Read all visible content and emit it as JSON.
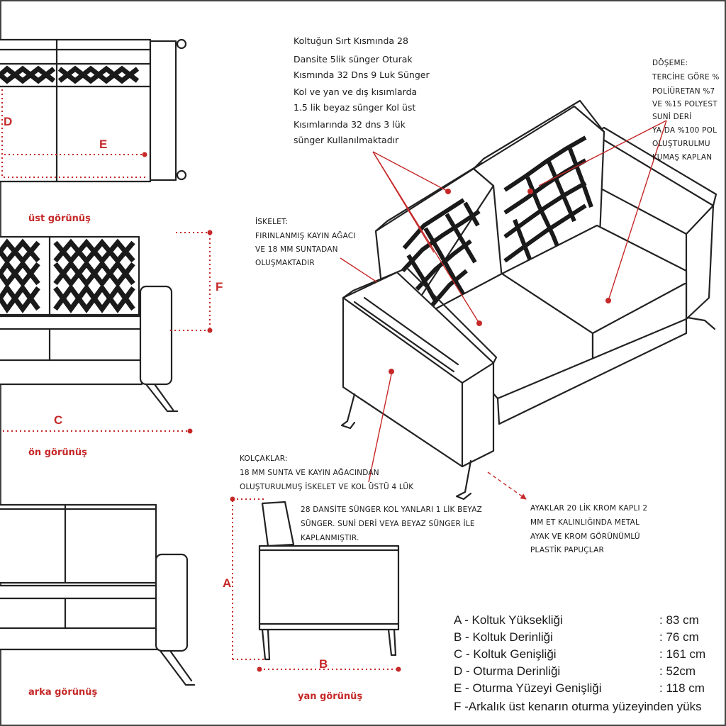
{
  "views": {
    "top": "üst görünüş",
    "front": "ön görünüş",
    "back": "arka görünüş",
    "side": "yan görünüş"
  },
  "dimension_letters": {
    "A": "A",
    "B": "B",
    "C": "C",
    "D": "D",
    "E": "E",
    "F": "F"
  },
  "notes": {
    "foam": [
      "Koltuğun Sırt Kısmında 28",
      "Dansite 5lik sünger Oturak",
      "Kısmında 32 Dns 9 Luk Sünger",
      "Kol ve yan ve dış kısımlarda",
      "1.5 lik beyaz sünger Kol üst",
      "Kısımlarında 32 dns 3 lük",
      "sünger Kullanılmaktadır"
    ],
    "upholstery": [
      "DÖŞEME:",
      "TERCİHE GÖRE %",
      "POLİÜRETAN %7",
      "VE %15 POLYEST",
      "SUNİ DERİ",
      "YA DA %100 POL",
      "OLUŞTURULMU",
      "KUMAŞ KAPLAN"
    ],
    "frame": [
      "İSKELET:",
      "FIRINLANMIŞ KAYIN AĞACI",
      "VE 18 MM SUNTADAN",
      "OLUŞMAKTADIR"
    ],
    "armrests": [
      "KOLÇAKLAR:",
      "18 MM SUNTA VE KAYIN AĞACINDAN",
      "OLUŞTURULMUŞ İSKELET VE KOL ÜSTÜ 4 LÜK",
      "28 DANSİTE SÜNGER KOL YANLARI 1 LİK BEYAZ",
      "SÜNGER. SUNİ DERİ VEYA BEYAZ SÜNGER İLE",
      "KAPLANMIŞTIR."
    ],
    "legs": [
      "AYAKLAR 20 LİK KROM KAPLI 2",
      "MM ET KALINLIĞINDA METAL",
      "AYAK VE KROM GÖRÜNÜMLÜ",
      "PLASTİK PAPUÇLAR"
    ]
  },
  "specs": [
    {
      "label": "A - Koltuk Yüksekliği",
      "value": ": 83 cm"
    },
    {
      "label": "B - Koltuk Derinliği",
      "value": ": 76 cm"
    },
    {
      "label": "C - Koltuk Genişliği",
      "value": ": 161 cm"
    },
    {
      "label": "D - Oturma Derinliği",
      "value": ": 52cm"
    },
    {
      "label": "E - Oturma Yüzeyi Genişliği",
      "value": ": 118 cm"
    },
    {
      "label": "F -Arkalık üst kenarın oturma yüzeyinden yüks",
      "value": ""
    }
  ],
  "colors": {
    "accent": "#c62828",
    "line": "#222222"
  }
}
